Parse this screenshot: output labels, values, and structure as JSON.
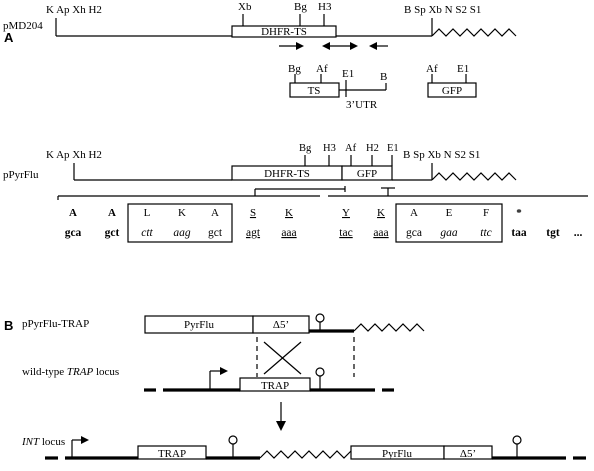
{
  "panels": {
    "a": "A",
    "b": "B"
  },
  "pmd204": {
    "name": "pMD204",
    "sites_left": "K Ap Xh H2",
    "sites_right": "B Sp Xb N S2 S1",
    "site_xb": "Xb",
    "site_bg": "Bg",
    "site_h3": "H3",
    "box_label": "DHFR-TS"
  },
  "fragments": {
    "ts_bg": "Bg",
    "ts_af": "Af",
    "ts_e1": "E1",
    "ts_b": "B",
    "ts_box": "TS",
    "utr": "3’UTR",
    "gfp_af": "Af",
    "gfp_e1": "E1",
    "gfp_box": "GFP"
  },
  "ppyrflu": {
    "name": "pPyrFlu",
    "sites_left": "K Ap Xh H2",
    "sites_right": "B Sp Xb N S2 S1",
    "sites_mid": [
      "Bg",
      "H3",
      "Af",
      "H2",
      "E1"
    ],
    "box_dhfr": "DHFR-TS",
    "box_gfp": "GFP"
  },
  "sequence": {
    "aa_left": [
      "A",
      "A",
      "L",
      "K",
      "A",
      "S",
      "K"
    ],
    "aa_right": [
      "Y",
      "K",
      "A",
      "E",
      "F",
      "*"
    ],
    "nt_left": [
      "gca",
      "gct",
      "ctt",
      "aag",
      "gct",
      "agt",
      "aaa"
    ],
    "nt_right": [
      "tac",
      "aaa",
      "gca",
      "gaa",
      "ttc",
      "taa",
      "tgt",
      "..."
    ]
  },
  "panel_b": {
    "trap_plasmid": "pPyrFlu-TRAP",
    "pyrflu_box": "PyrFlu",
    "delta_box": "Δ5’",
    "wt_prefix": "wild-type ",
    "wt_italic": "TRAP",
    "wt_suffix": " locus",
    "wt_trap_box": "TRAP",
    "int_italic": "INT",
    "int_suffix": " locus",
    "int_trap_box": "TRAP",
    "int_pyrflu_box": "PyrFlu",
    "int_delta_box": "Δ5’"
  }
}
